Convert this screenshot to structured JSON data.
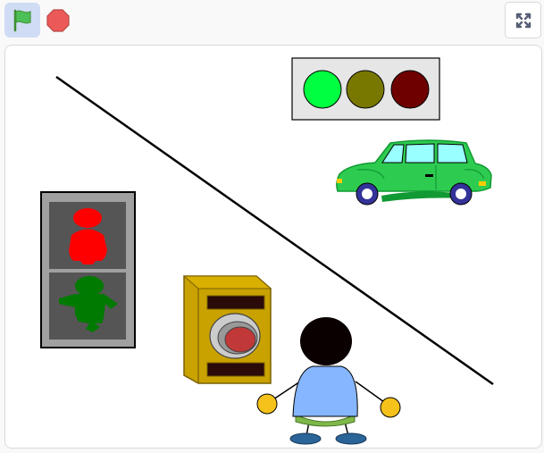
{
  "toolbar": {
    "green_flag": {
      "icon": "green-flag-icon",
      "color": "#4cbf56"
    },
    "stop": {
      "icon": "stop-sign-icon",
      "color": "#ec5959"
    },
    "fullscreen": {
      "icon": "fullscreen-icon"
    }
  },
  "stage": {
    "sprites": [
      "traffic-light",
      "car",
      "pedestrian-signal",
      "push-button-box",
      "boy",
      "diagonal-line"
    ],
    "traffic_light": {
      "active": "green",
      "lights": [
        "green",
        "yellow",
        "red"
      ],
      "colors": [
        "#00ff40",
        "#787800",
        "#6e0000"
      ]
    },
    "pedestrian_signal": {
      "top": "red-man",
      "bottom": "green-man",
      "colors": [
        "#ff0000",
        "#007a00"
      ]
    },
    "car_color": "#2dcc50",
    "colors": {
      "stage_bg": "#ffffff",
      "accent": "#cfdcf4"
    }
  }
}
